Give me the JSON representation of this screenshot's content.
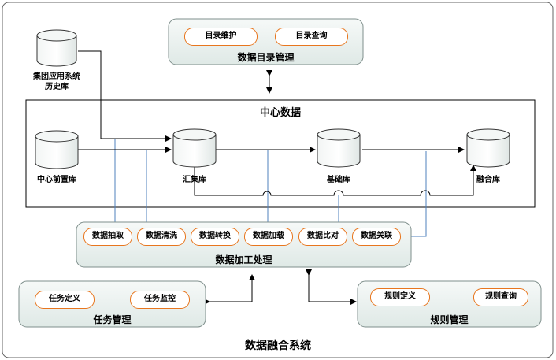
{
  "caption": "数据融合系统",
  "directory": {
    "title": "数据目录管理",
    "items": [
      "目录维护",
      "目录查询"
    ]
  },
  "center": {
    "title": "中心数据"
  },
  "databases": {
    "history": {
      "line1": "集团应用系统",
      "line2": "历史库"
    },
    "frontend": "中心前置库",
    "collect": "汇集库",
    "base": "基础库",
    "fusion": "融合库"
  },
  "processing": {
    "title": "数据加工处理",
    "items": [
      "数据抽取",
      "数据清洗",
      "数据转换",
      "数据加载",
      "数据比对",
      "数据关联"
    ]
  },
  "task": {
    "title": "任务管理",
    "items": [
      "任务定义",
      "任务监控"
    ]
  },
  "rule": {
    "title": "规则管理",
    "items": [
      "规则定义",
      "规则查询"
    ]
  },
  "colors": {
    "accent": "#e8761e",
    "connector": "#4f81bd",
    "panel": "#e8f0ee"
  }
}
